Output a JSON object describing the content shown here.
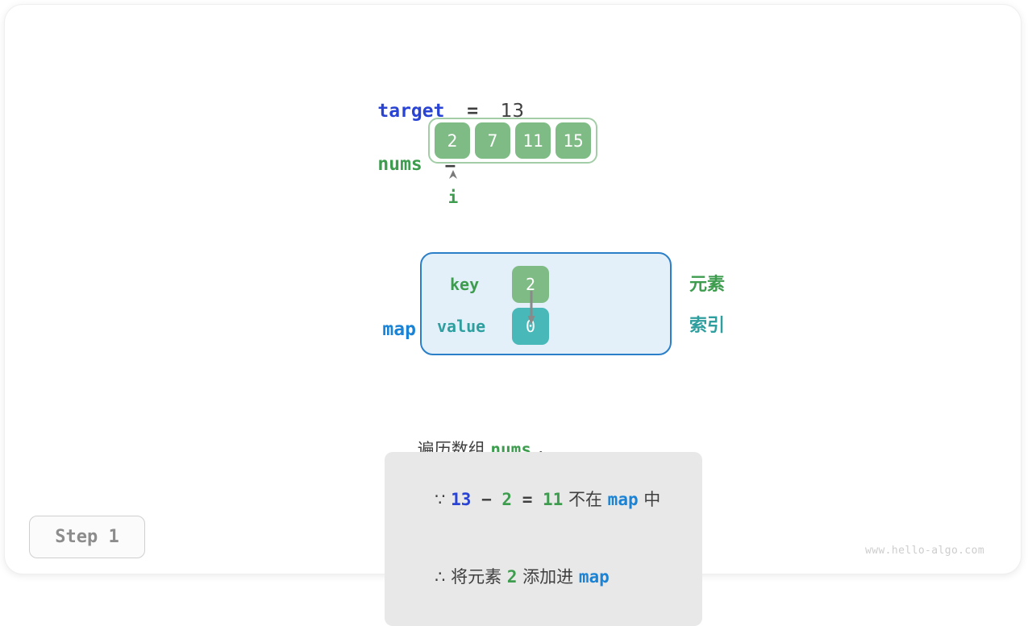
{
  "watermark": "www.hello-algo.com",
  "step_badge": {
    "label": "Step 1"
  },
  "target": {
    "name": "target",
    "equals": "=",
    "value": "13"
  },
  "nums": {
    "name": "nums",
    "equals": "=",
    "cells": [
      "2",
      "7",
      "11",
      "15"
    ],
    "pointer": {
      "caret": "ʌ",
      "label": "i",
      "index": 0
    }
  },
  "map": {
    "name": "map",
    "equals": "=",
    "key_label": "key",
    "value_label": "value",
    "key_cell": "2",
    "value_cell": "0",
    "side_labels": {
      "element": "元素",
      "index": "索引"
    }
  },
  "narrative": {
    "prefix": "遍历数组 ",
    "code": "nums",
    "suffix": " ，"
  },
  "note": {
    "line1": {
      "symbol": "∵",
      "a": "13",
      "minus": "−",
      "b": "2",
      "eq": "=",
      "c": "11",
      "mid": " 不在 ",
      "map": "map",
      "tail": " 中"
    },
    "line2": {
      "symbol": "∴",
      "pre": " 将元素 ",
      "num": "2",
      "mid": " 添加进 ",
      "map": "map"
    }
  },
  "colors": {
    "green": "#7fbc85",
    "green_text": "#3e9c4f",
    "teal": "#48b8b8",
    "teal_text": "#2f9e9e",
    "blue_target": "#2944d4",
    "blue_map": "#1a83d6",
    "map_box_bg": "#e3eff9",
    "map_box_border": "#2b7fc8",
    "array_border": "#a2cda6",
    "note_bg": "#e8e8e8",
    "gray_text": "#3f3f3f"
  }
}
